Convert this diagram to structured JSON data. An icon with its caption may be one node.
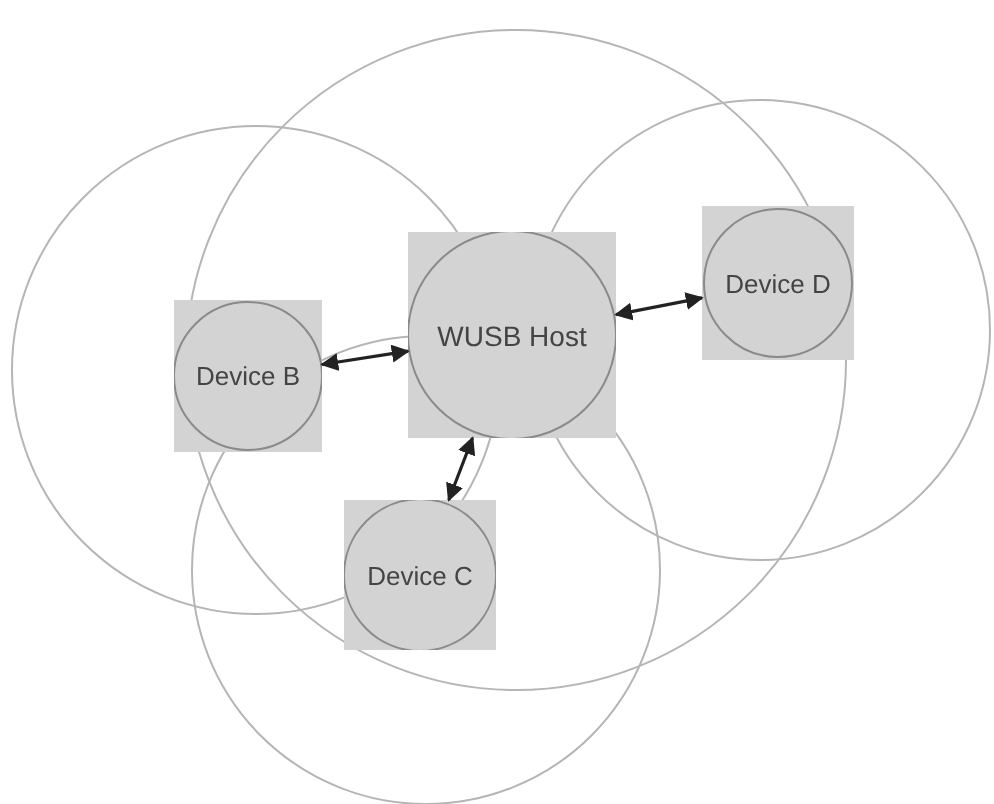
{
  "diagram": {
    "nodes": [
      {
        "text": [
          "Device B"
        ]
      },
      {
        "text": [
          "WUSB Host"
        ]
      },
      {
        "text": [
          "Device D"
        ]
      },
      {
        "text": [
          "Device C"
        ]
      }
    ],
    "edges": [
      {
        "from": 1,
        "to": 0,
        "arrow": "both"
      },
      {
        "from": 1,
        "to": 2,
        "arrow": "both"
      },
      {
        "from": 1,
        "to": 3,
        "arrow": "both"
      }
    ]
  }
}
